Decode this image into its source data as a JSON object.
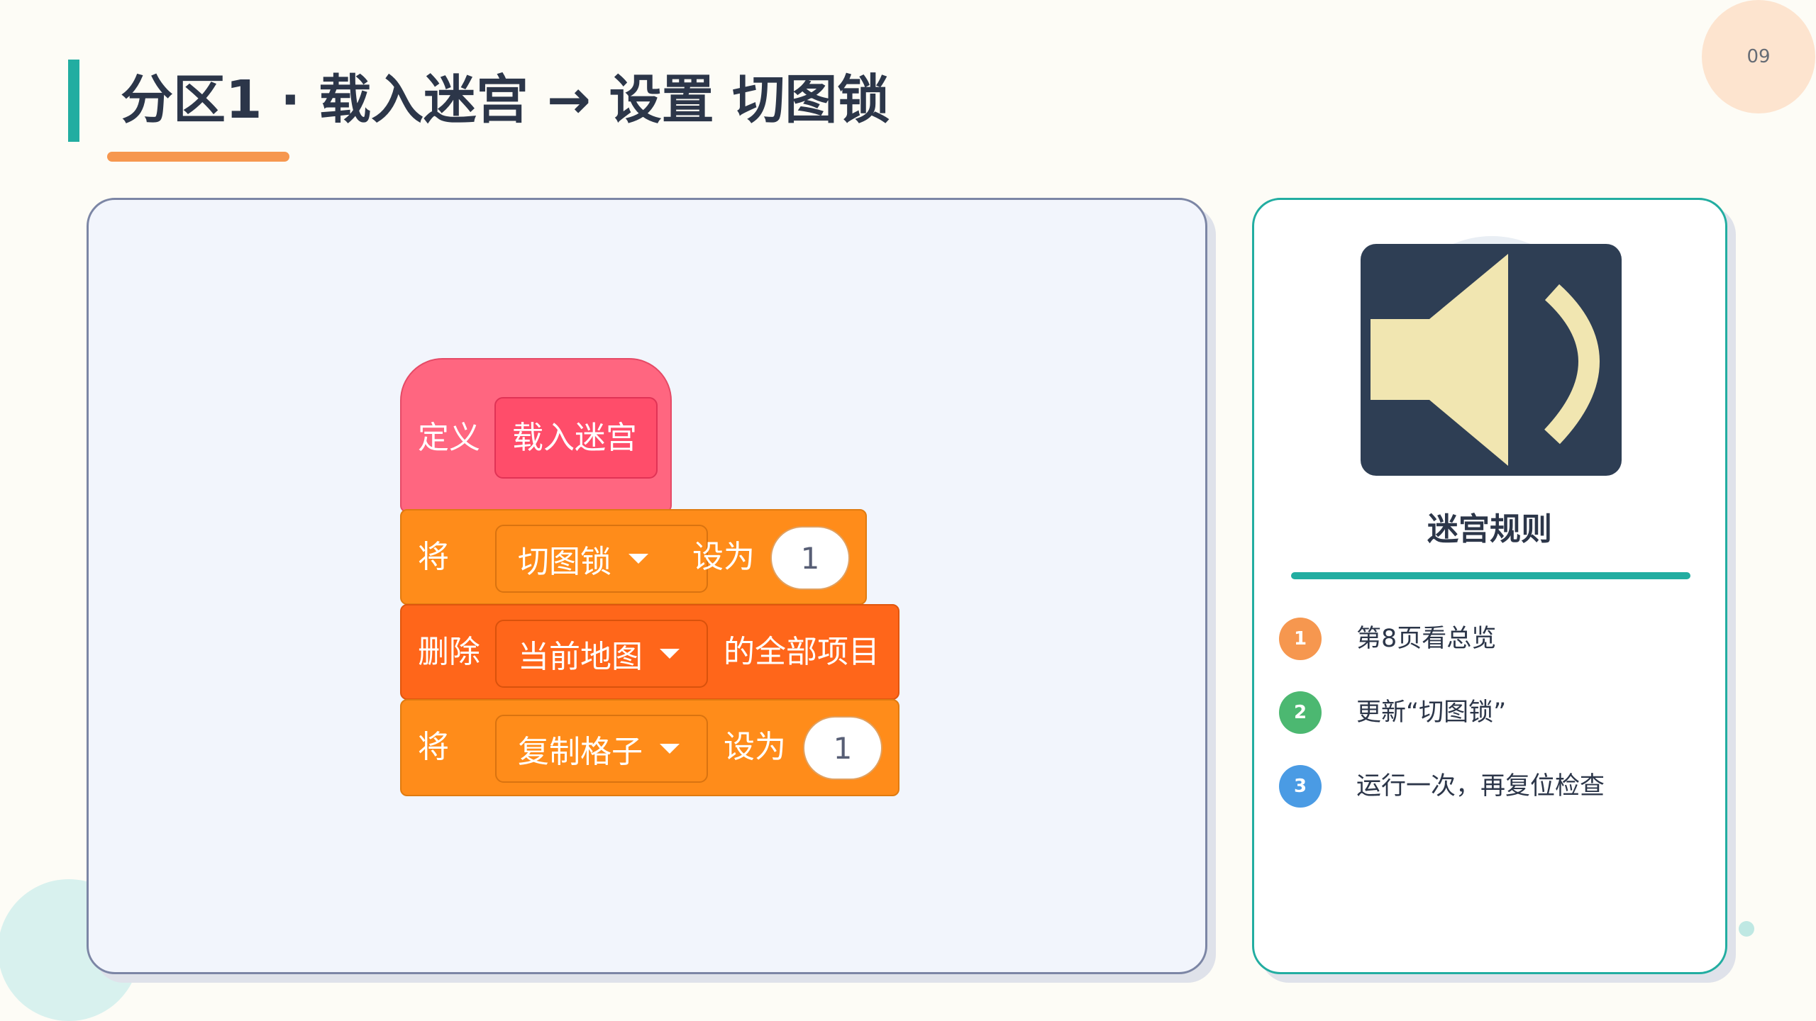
{
  "page": {
    "number": "09"
  },
  "header": {
    "title": "分区1 · 载入迷宫 → 设置 切图锁"
  },
  "script_blocks": {
    "hat": {
      "define_label": "定义",
      "proc_name": "载入迷宫"
    },
    "set_lock": {
      "label": "将",
      "variable": "切图锁",
      "to_label": "设为",
      "value": "1"
    },
    "delete_all": {
      "label": "删除",
      "list": "当前地图",
      "suffix": "的全部项目"
    },
    "set_copy": {
      "label": "将",
      "variable": "复制格子",
      "to_label": "设为",
      "value": "1"
    }
  },
  "side_panel": {
    "icon": "speaker-icon",
    "heading": "迷宫规则",
    "rules": [
      {
        "num": "1",
        "text": "第8页看总览",
        "color": "#f6974f"
      },
      {
        "num": "2",
        "text": "更新“切图锁”",
        "color": "#4cb871"
      },
      {
        "num": "3",
        "text": "运行一次，再复位检查",
        "color": "#4a9be4"
      }
    ]
  },
  "colors": {
    "accent_teal": "#22ada1",
    "accent_orange": "#f6974f",
    "block_pink": "#ff6680",
    "block_orange": "#ff8c1a",
    "block_red": "#ff661a"
  }
}
